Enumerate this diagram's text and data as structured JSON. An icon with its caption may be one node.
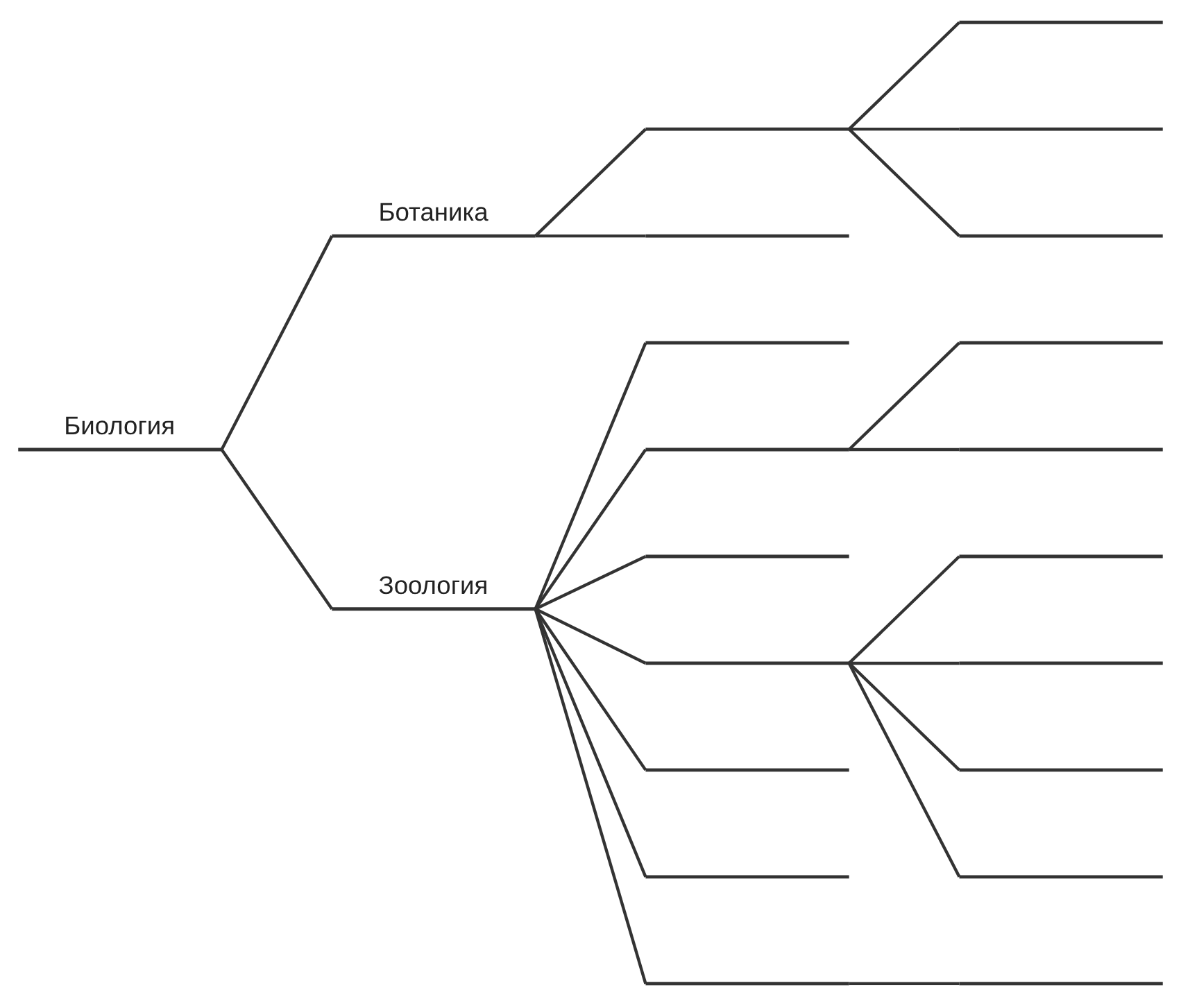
{
  "diagram": {
    "nodes": [
      {
        "text": [
          "Биология"
        ]
      },
      {
        "text": [
          "Ботаника"
        ]
      },
      {
        "text": [
          "Зоология"
        ]
      },
      {
        "text": [],
        "shape": "line"
      },
      {
        "text": [],
        "shape": "line"
      },
      {
        "text": [],
        "shape": "line"
      },
      {
        "text": [],
        "shape": "line"
      },
      {
        "text": [],
        "shape": "line"
      },
      {
        "text": [],
        "shape": "line"
      },
      {
        "text": [],
        "shape": "line"
      },
      {
        "text": [],
        "shape": "line"
      },
      {
        "text": [],
        "shape": "line"
      },
      {
        "text": [],
        "shape": "line"
      },
      {
        "text": [],
        "shape": "line"
      },
      {
        "text": [],
        "shape": "line"
      },
      {
        "text": [],
        "shape": "line"
      },
      {
        "text": [],
        "shape": "line"
      },
      {
        "text": [],
        "shape": "line"
      },
      {
        "text": [],
        "shape": "line"
      },
      {
        "text": [],
        "shape": "line"
      },
      {
        "text": [],
        "shape": "line"
      },
      {
        "text": [],
        "shape": "line"
      }
    ],
    "edges": [
      {
        "from": 0,
        "to": 1,
        "arrow": "none"
      },
      {
        "from": 0,
        "to": 2,
        "arrow": "none"
      },
      {
        "from": 1,
        "to": 3,
        "arrow": "none"
      },
      {
        "from": 1,
        "to": 4,
        "arrow": "none"
      },
      {
        "from": 2,
        "to": 5,
        "arrow": "none"
      },
      {
        "from": 2,
        "to": 6,
        "arrow": "none"
      },
      {
        "from": 2,
        "to": 7,
        "arrow": "none"
      },
      {
        "from": 2,
        "to": 8,
        "arrow": "none"
      },
      {
        "from": 2,
        "to": 9,
        "arrow": "none"
      },
      {
        "from": 2,
        "to": 10,
        "arrow": "none"
      },
      {
        "from": 2,
        "to": 11,
        "arrow": "none"
      },
      {
        "from": 3,
        "to": 12,
        "arrow": "none"
      },
      {
        "from": 3,
        "to": 13,
        "arrow": "none"
      },
      {
        "from": 3,
        "to": 14,
        "arrow": "none"
      },
      {
        "from": 6,
        "to": 15,
        "arrow": "none"
      },
      {
        "from": 6,
        "to": 16,
        "arrow": "none"
      },
      {
        "from": 8,
        "to": 17,
        "arrow": "none"
      },
      {
        "from": 8,
        "to": 18,
        "arrow": "none"
      },
      {
        "from": 8,
        "to": 19,
        "arrow": "none"
      },
      {
        "from": 8,
        "to": 20,
        "arrow": "none"
      },
      {
        "from": 11,
        "to": 21,
        "arrow": "none"
      }
    ]
  }
}
